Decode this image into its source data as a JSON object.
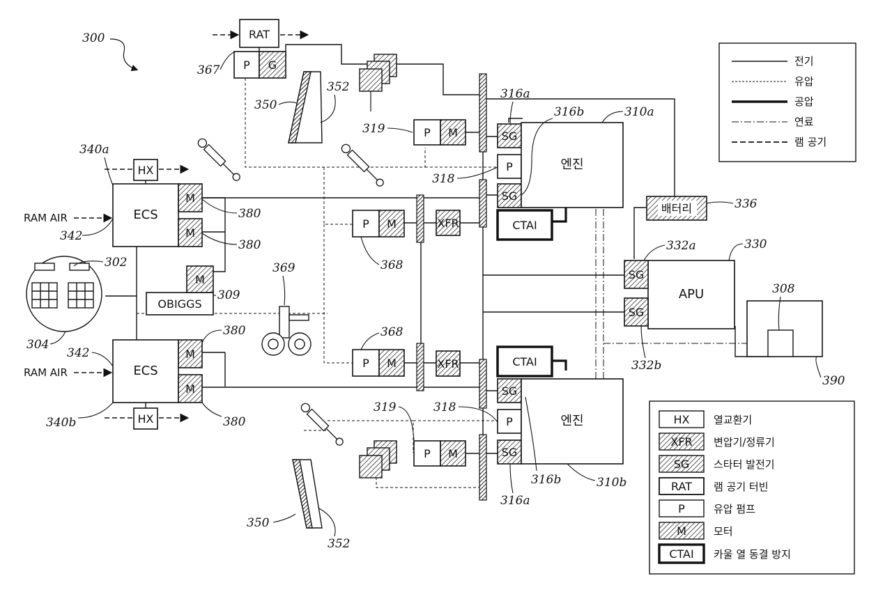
{
  "figure_ref": "300",
  "refs": {
    "r302": "302",
    "r304": "304",
    "r308": "308",
    "r309": "309",
    "r310a": "310a",
    "r310b": "310b",
    "r316a_top": "316a",
    "r316b_top": "316b",
    "r316a_bot": "316a",
    "r316b_bot": "316b",
    "r318_top": "318",
    "r318_bot": "318",
    "r319_top": "319",
    "r319_bot": "319",
    "r330": "330",
    "r332a": "332a",
    "r332b": "332b",
    "r336": "336",
    "r340a": "340a",
    "r340b": "340b",
    "r342_top": "342",
    "r342_bot": "342",
    "r350_top": "350",
    "r350_bot": "350",
    "r352_top": "352",
    "r352_bot": "352",
    "r367": "367",
    "r368_top": "368",
    "r368_bot": "368",
    "r369": "369",
    "r380_1": "380",
    "r380_2": "380",
    "r380_3": "380",
    "r380_4": "380",
    "r390": "390"
  },
  "labels": {
    "rat": "RAT",
    "p": "P",
    "g": "G",
    "m": "M",
    "sg": "SG",
    "xfr": "XFR",
    "hx": "HX",
    "ctai": "CTAI",
    "ecs": "ECS",
    "obiggs": "OBIGGS",
    "apu": "APU",
    "engine": "엔진",
    "battery": "배터리",
    "ram_air": "RAM AIR"
  },
  "line_legend": [
    {
      "label": "전기"
    },
    {
      "label": "유압"
    },
    {
      "label": "공압"
    },
    {
      "label": "연료"
    },
    {
      "label": "램 공기"
    }
  ],
  "component_legend": [
    {
      "symbol": "HX",
      "label": "열교환기"
    },
    {
      "symbol": "XFR",
      "label": "변압기/정류기"
    },
    {
      "symbol": "SG",
      "label": "스타터 발전기"
    },
    {
      "symbol": "RAT",
      "label": "램 공기 터빈"
    },
    {
      "symbol": "P",
      "label": "유압 펌프"
    },
    {
      "symbol": "M",
      "label": "모터"
    },
    {
      "symbol": "CTAI",
      "label": "카울 열 동결 방지"
    }
  ]
}
